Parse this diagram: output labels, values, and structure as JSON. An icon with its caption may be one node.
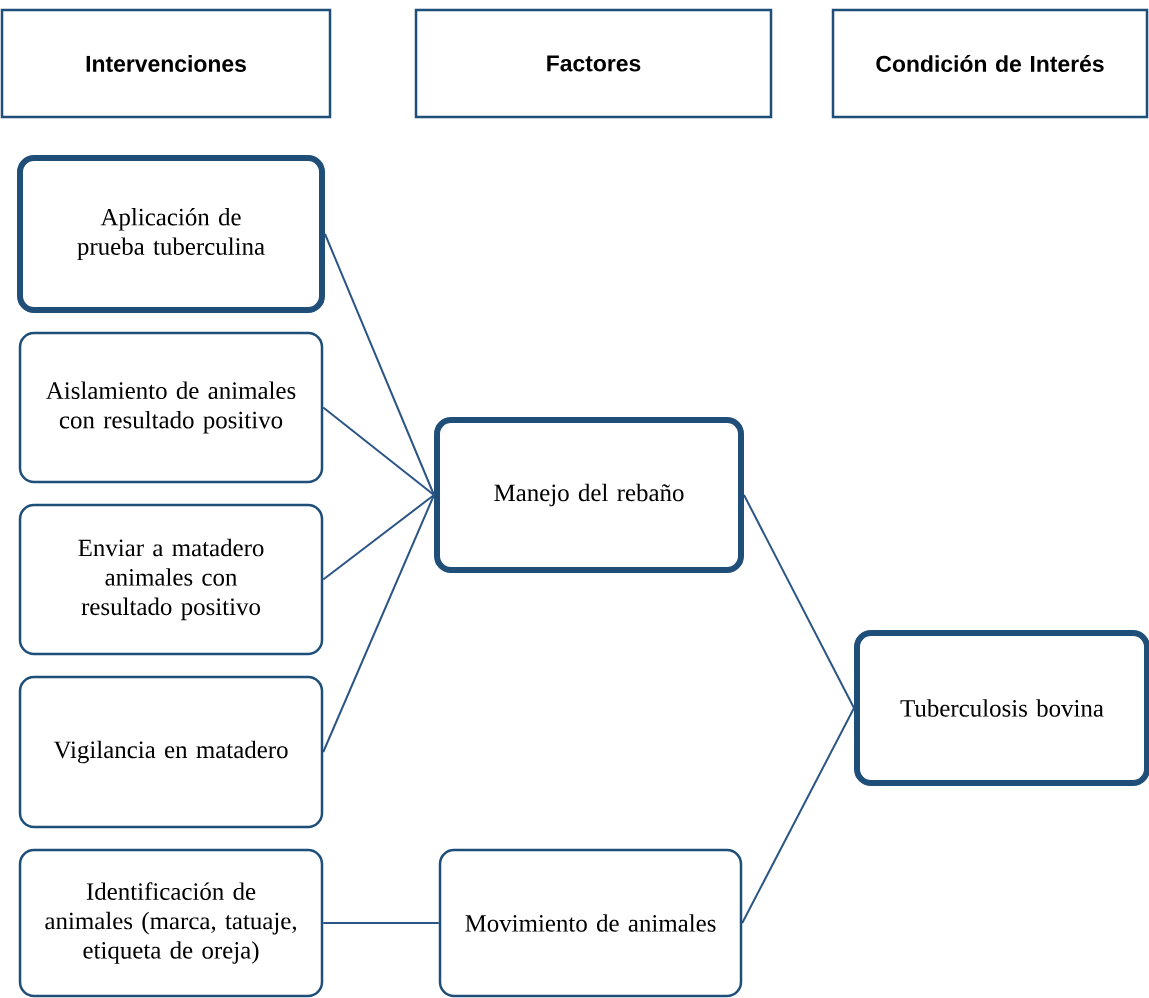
{
  "diagram": {
    "nodes": [
      {
        "text": [
          "Intervenciones"
        ]
      },
      {
        "text": [
          "Factores"
        ]
      },
      {
        "text": [
          "Condición de Interés"
        ]
      },
      {
        "text": [
          "Aplicación de prueba tuberculina"
        ]
      },
      {
        "text": [
          "Aislamiento de animales con resultado positivo"
        ]
      },
      {
        "text": [
          "Enviar a matadero animales con resultado positivo"
        ]
      },
      {
        "text": [
          "Vigilancia en matadero"
        ]
      },
      {
        "text": [
          "Identificación de animales (marca, tatuaje, etiqueta de oreja)"
        ]
      },
      {
        "text": [
          "Manejo del rebaño"
        ]
      },
      {
        "text": [
          "Tuberculosis bovina"
        ]
      },
      {
        "text": [
          "Movimiento de animales"
        ]
      }
    ],
    "edges": [
      {
        "from": 3,
        "to": 8,
        "arrow": "none"
      },
      {
        "from": 4,
        "to": 8,
        "arrow": "none"
      },
      {
        "from": 5,
        "to": 8,
        "arrow": "none"
      },
      {
        "from": 6,
        "to": 8,
        "arrow": "none"
      },
      {
        "from": 7,
        "to": 10,
        "arrow": "none"
      },
      {
        "from": 8,
        "to": 9,
        "arrow": "none"
      },
      {
        "from": 10,
        "to": 9,
        "arrow": "none"
      }
    ]
  }
}
